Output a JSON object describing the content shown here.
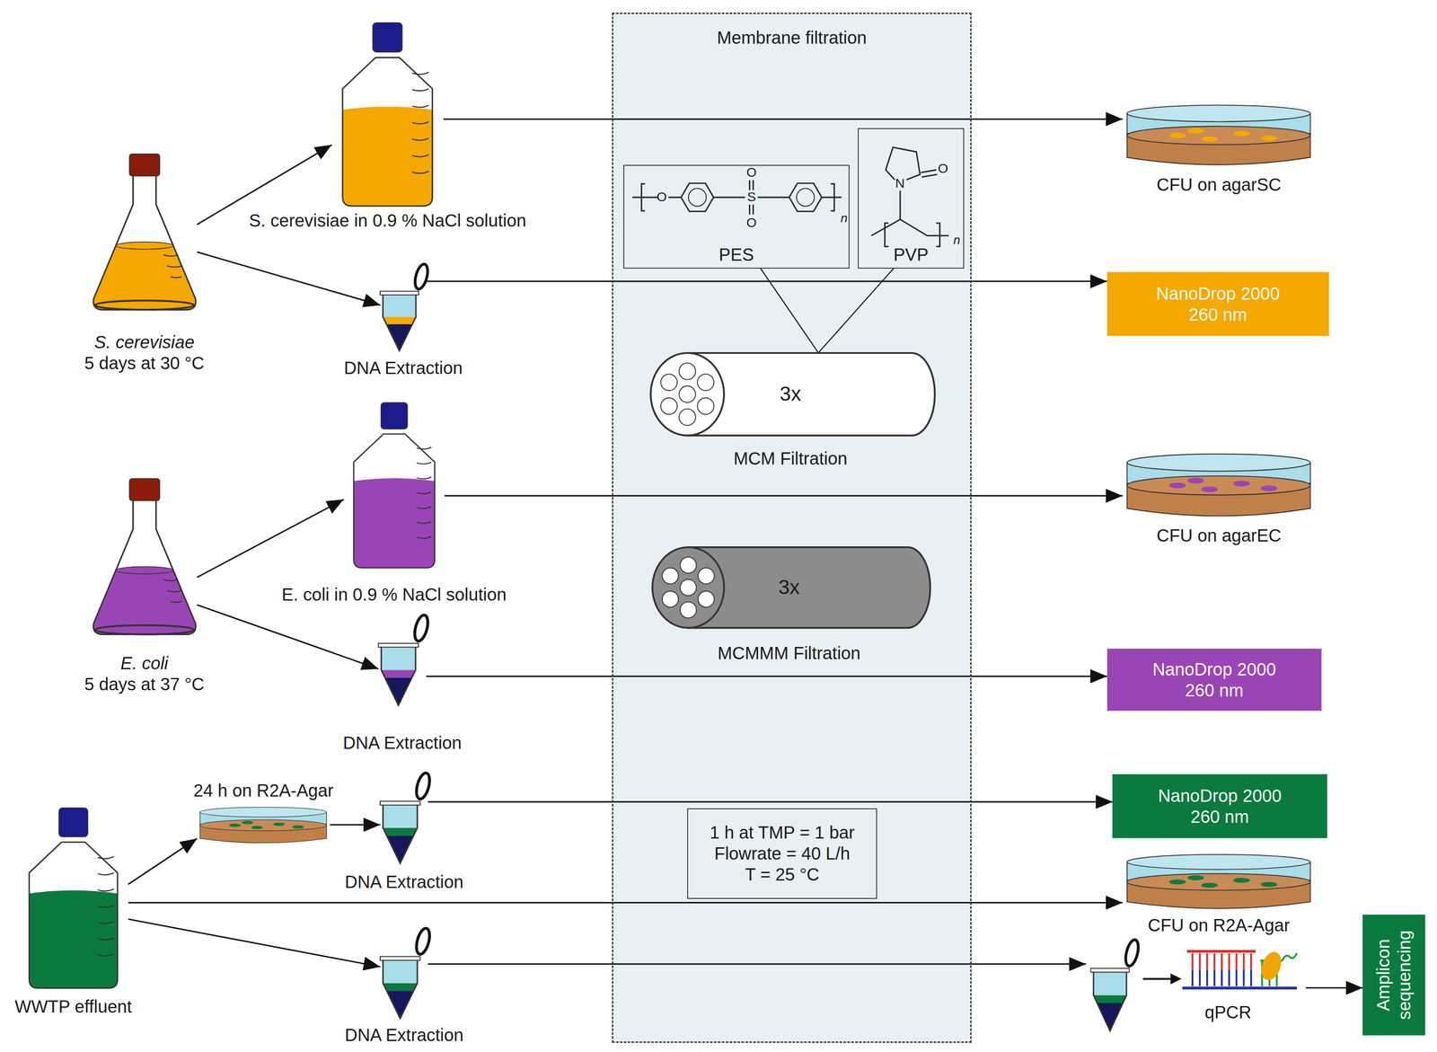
{
  "diagram": {
    "nodes": [
      {
        "text": [
          "S. cerevisiae",
          "5 days at 30 °C"
        ]
      },
      {
        "text": [
          "S. cerevisiae in 0.9 % NaCl solution"
        ]
      },
      {
        "text": [
          "DNA Extraction"
        ]
      },
      {
        "text": [
          "Membrane filtration"
        ]
      },
      {
        "text": [
          "PES"
        ],
        "in": 3
      },
      {
        "text": [
          "PVP"
        ],
        "in": 3
      },
      {
        "text": [
          "3x",
          "MCM Filtration"
        ],
        "in": 3
      },
      {
        "text": [
          "3x",
          "MCMMM Filtration"
        ],
        "in": 3
      },
      {
        "text": [
          "1 h at TMP = 1 bar Flowrate = 40 L/h T = 25 °C"
        ],
        "in": 3
      },
      {
        "text": [
          "CFU on agarSC"
        ]
      },
      {
        "text": [
          "NanoDrop 2000 260 nm"
        ]
      },
      {
        "text": [
          "E. coli",
          "5 days at 37 °C"
        ]
      },
      {
        "text": [
          "E. coli in 0.9 % NaCl solution"
        ]
      },
      {
        "text": [
          "DNA Extraction"
        ]
      },
      {
        "text": [
          "CFU on agarEC"
        ]
      },
      {
        "text": [
          "NanoDrop 2000 260 nm"
        ]
      },
      {
        "text": [
          "WWTP effluent"
        ]
      },
      {
        "text": [
          "24 h on R2A-Agar"
        ]
      },
      {
        "text": [
          "DNA Extraction"
        ]
      },
      {
        "text": [
          "DNA Extraction"
        ]
      },
      {
        "text": [
          "NanoDrop 2000 260 nm"
        ]
      },
      {
        "text": [
          "CFU on R2A-Agar"
        ]
      },
      {
        "text": [
          "qPCR"
        ]
      },
      {
        "text": [
          "Amplicon sequencing"
        ]
      }
    ],
    "edges": [
      {
        "from": 0,
        "to": 1,
        "arrow": "to"
      },
      {
        "from": 0,
        "to": 2,
        "arrow": "to"
      },
      {
        "from": 1,
        "to": 9,
        "arrow": "to"
      },
      {
        "from": 2,
        "to": 10,
        "arrow": "to"
      },
      {
        "from": 11,
        "to": 12,
        "arrow": "to"
      },
      {
        "from": 11,
        "to": 13,
        "arrow": "to"
      },
      {
        "from": 12,
        "to": 14,
        "arrow": "to"
      },
      {
        "from": 13,
        "to": 15,
        "arrow": "to"
      },
      {
        "from": 16,
        "to": 17,
        "arrow": "to"
      },
      {
        "from": 17,
        "to": 18,
        "arrow": "to"
      },
      {
        "from": 18,
        "to": 20,
        "arrow": "to"
      },
      {
        "from": 16,
        "to": 21,
        "arrow": "to"
      },
      {
        "from": 16,
        "to": 19,
        "arrow": "to"
      },
      {
        "from": 19,
        "to": 22,
        "arrow": "to"
      },
      {
        "from": 22,
        "to": 23,
        "arrow": "to"
      },
      {
        "from": 4,
        "to": 6,
        "arrow": "none"
      },
      {
        "from": 5,
        "to": 6,
        "arrow": "none"
      }
    ],
    "labels": [
      "O",
      "S",
      "O",
      "O",
      "n",
      "N",
      "O",
      "n"
    ]
  }
}
